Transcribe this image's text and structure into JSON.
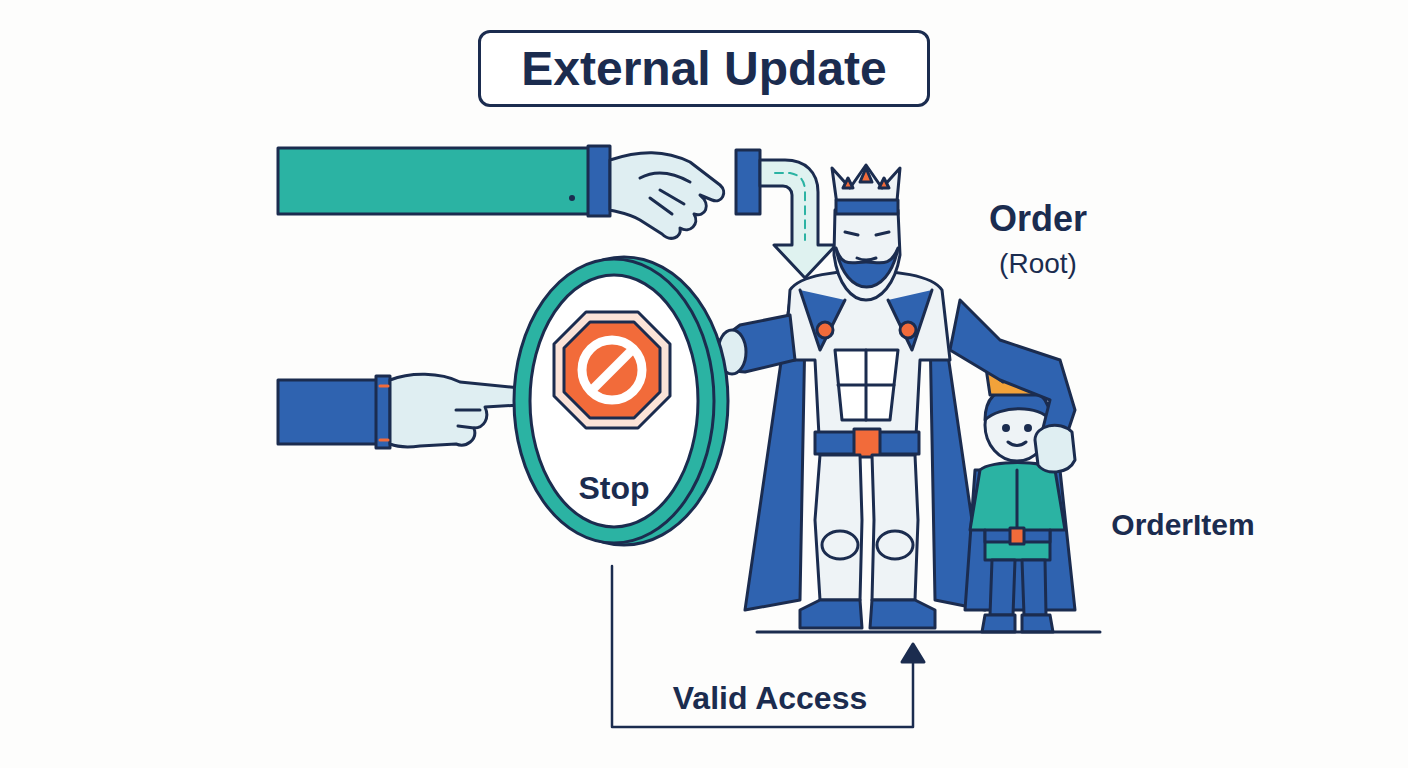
{
  "diagram": {
    "title": "External Update",
    "nodes": [
      {
        "text": [
          "Stop"
        ]
      }
    ],
    "labels": [
      "Order",
      "(Root)",
      "OrderItem",
      "Valid Access"
    ]
  }
}
